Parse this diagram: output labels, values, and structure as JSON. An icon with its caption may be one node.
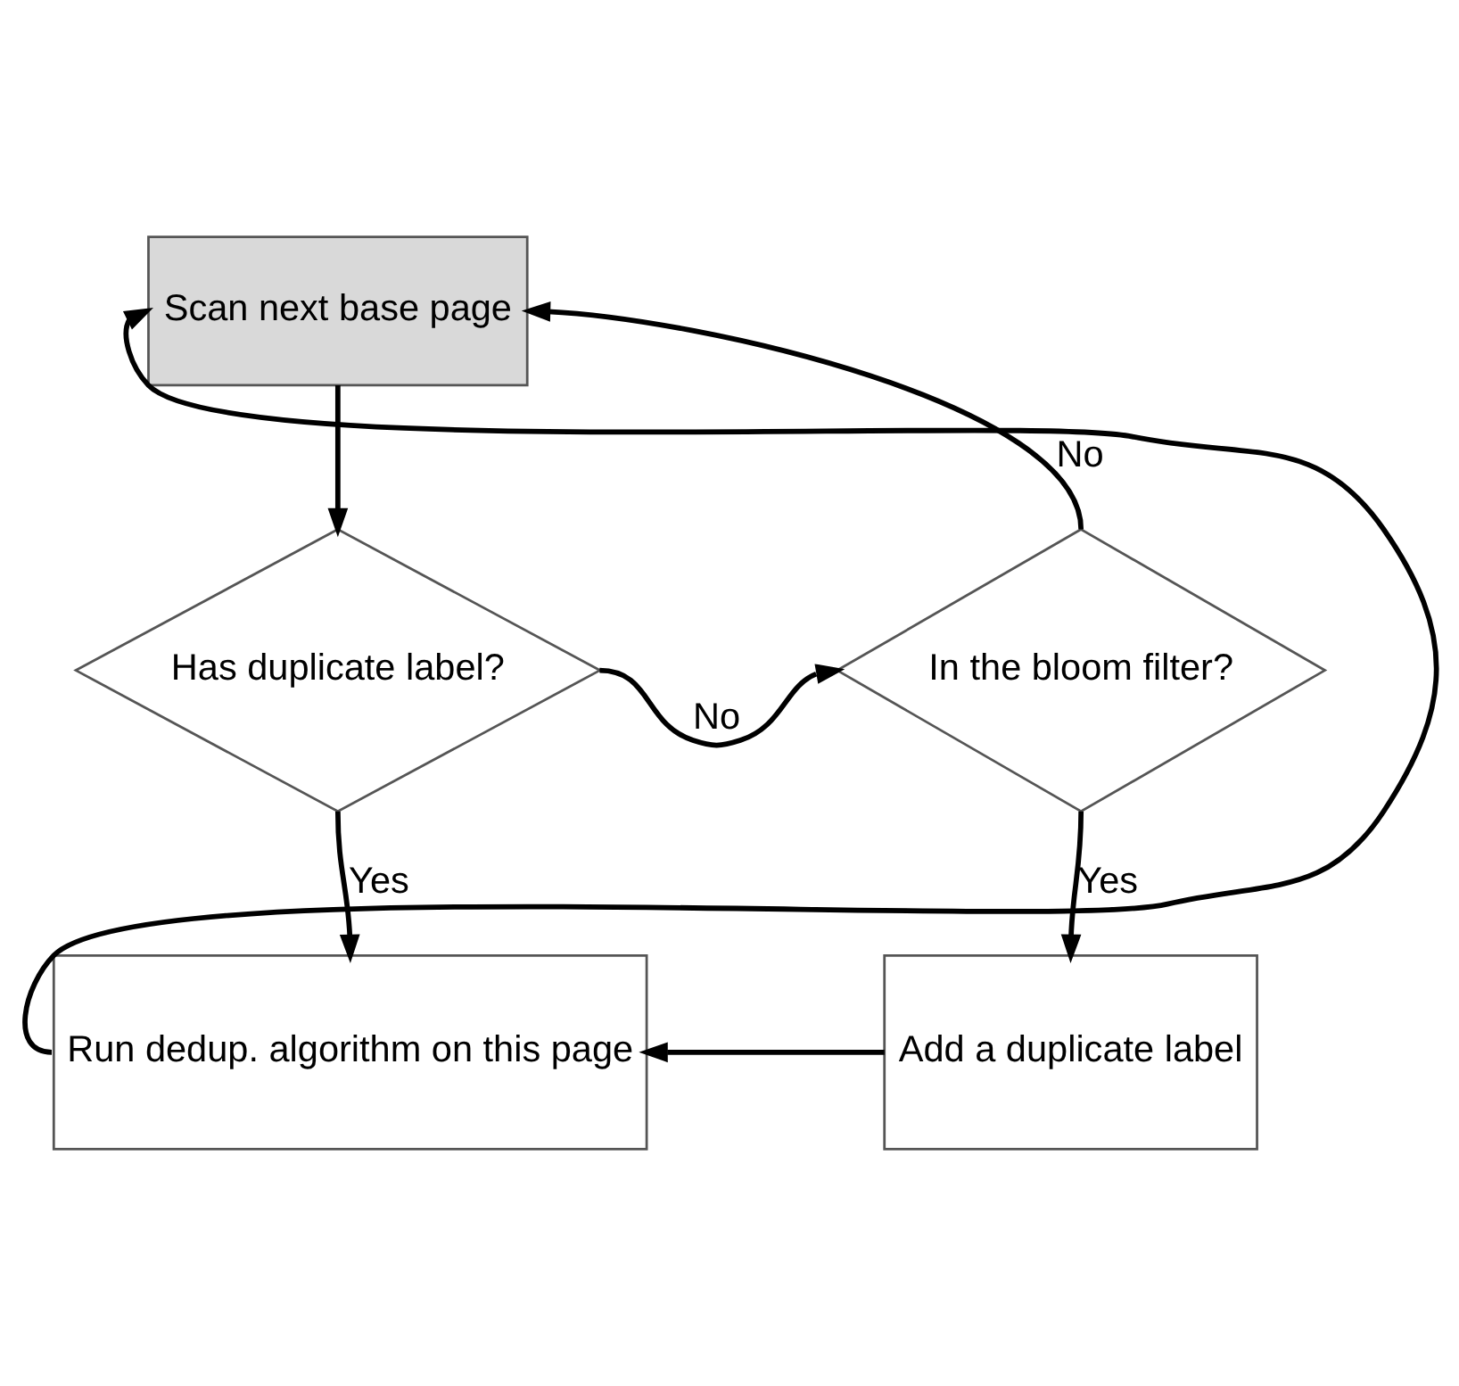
{
  "diagram": {
    "nodes": [
      {
        "text": [
          "Scan next base page"
        ]
      },
      {
        "text": [
          "Has duplicate label?"
        ]
      },
      {
        "text": [
          "In the bloom filter?"
        ]
      },
      {
        "text": [
          "Run dedup. algorithm on this page"
        ]
      },
      {
        "text": [
          "Add a duplicate label"
        ]
      }
    ],
    "edges": [
      {
        "from": 0,
        "to": 1,
        "arrow": "to"
      },
      {
        "from": 1,
        "to": 2,
        "arrow": "to",
        "label": "No"
      },
      {
        "from": 1,
        "to": 3,
        "arrow": "to",
        "label": "Yes"
      },
      {
        "from": 2,
        "to": 0,
        "arrow": "to",
        "label": "No"
      },
      {
        "from": 2,
        "to": 4,
        "arrow": "to",
        "label": "Yes"
      },
      {
        "from": 4,
        "to": 3,
        "arrow": "to"
      },
      {
        "from": 3,
        "to": 0,
        "arrow": "to"
      }
    ]
  }
}
